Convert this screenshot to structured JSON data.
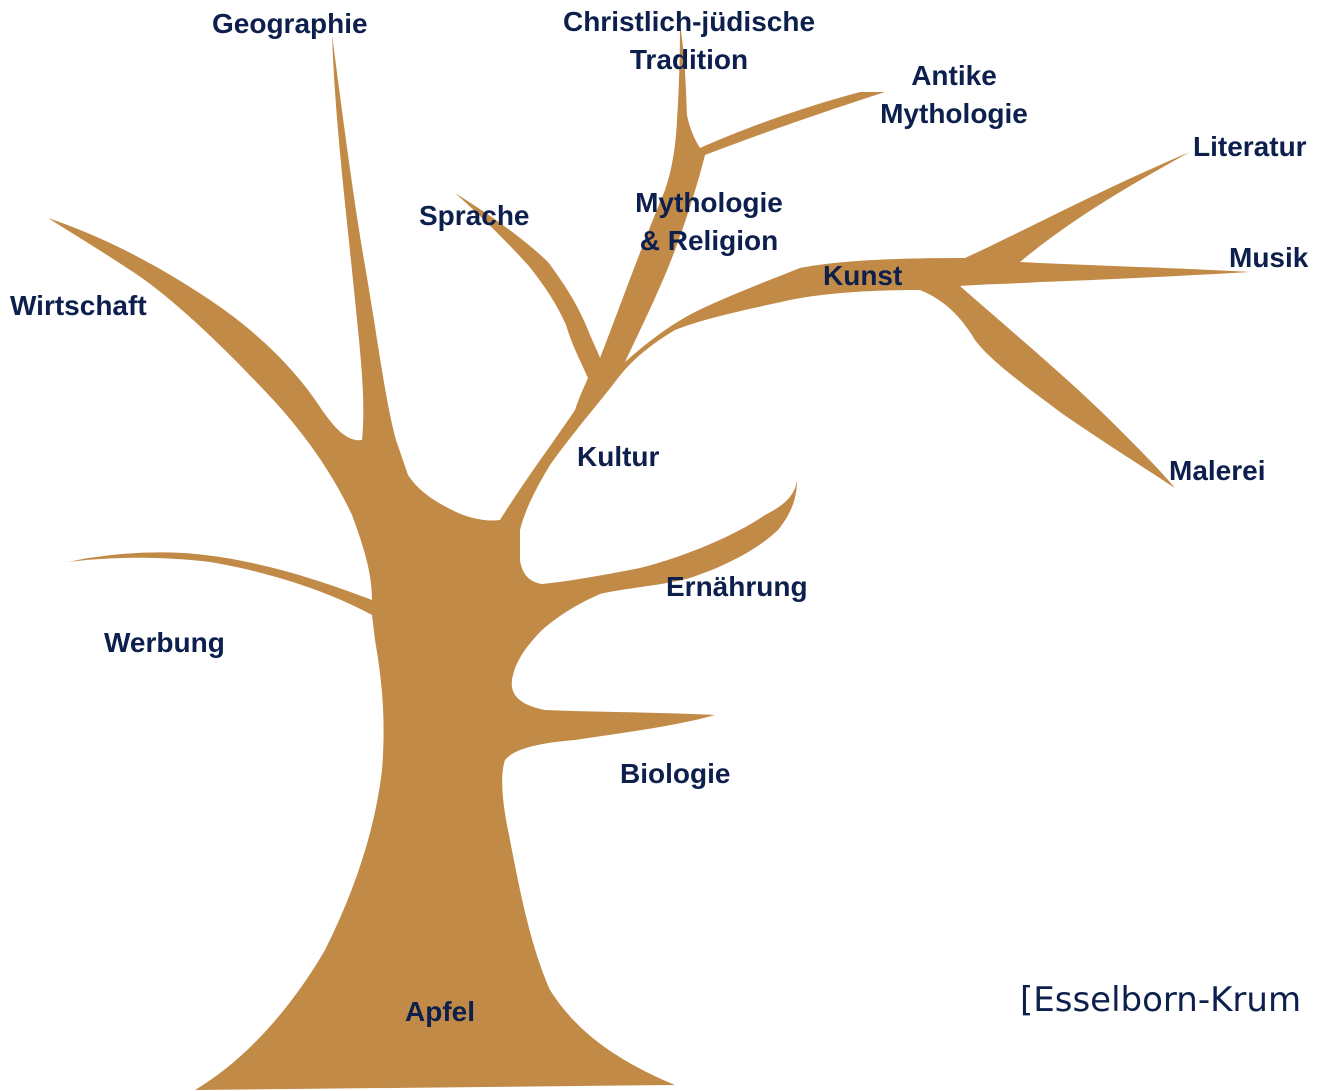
{
  "colors": {
    "tree": "#c28a47",
    "label": "#0c1f4d",
    "background": "#ffffff"
  },
  "tree": {
    "root_label": "Apfel",
    "branches": {
      "geographie": "Geographie",
      "wirtschaft": "Wirtschaft",
      "werbung": "Werbung",
      "sprache": "Sprache",
      "kultur": "Kultur",
      "mythologie_religion": [
        "Mythologie",
        "& Religion"
      ],
      "christlich_juedisch": [
        "Christlich-jüdische",
        "Tradition"
      ],
      "antike_mythologie": [
        "Antike",
        "Mythologie"
      ],
      "kunst": "Kunst",
      "literatur": "Literatur",
      "musik": "Musik",
      "malerei": "Malerei",
      "ernaehrung": "Ernährung",
      "biologie": "Biologie"
    }
  },
  "citation": "[Esselborn-Krum"
}
